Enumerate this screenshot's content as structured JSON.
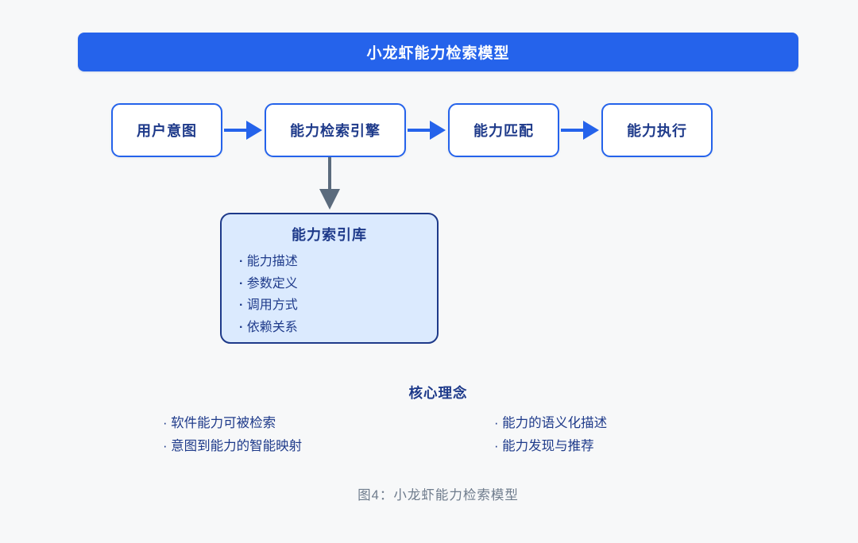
{
  "header": {
    "title": "小龙虾能力检索模型",
    "bg_color": "#2563eb",
    "text_color": "#ffffff"
  },
  "flow": {
    "nodes": [
      {
        "label": "用户意图"
      },
      {
        "label": "能力检索引擎"
      },
      {
        "label": "能力匹配"
      },
      {
        "label": "能力执行"
      }
    ],
    "arrow_color": "#2563eb",
    "down_arrow_color": "#5b6b7d",
    "node_border_color": "#2563eb",
    "node_text_color": "#1e3a8a"
  },
  "index_box": {
    "title": "能力索引库",
    "items": [
      "能力描述",
      "参数定义",
      "调用方式",
      "依赖关系"
    ],
    "fill_color": "#dbeafe",
    "border_color": "#1e3a8a"
  },
  "core": {
    "title": "核心理念",
    "left_items": [
      "软件能力可被检索",
      "意图到能力的智能映射"
    ],
    "right_items": [
      "能力的语义化描述",
      "能力发现与推荐"
    ]
  },
  "caption": "图4：小龙虾能力检索模型",
  "page": {
    "background": "#f7f8f9"
  }
}
